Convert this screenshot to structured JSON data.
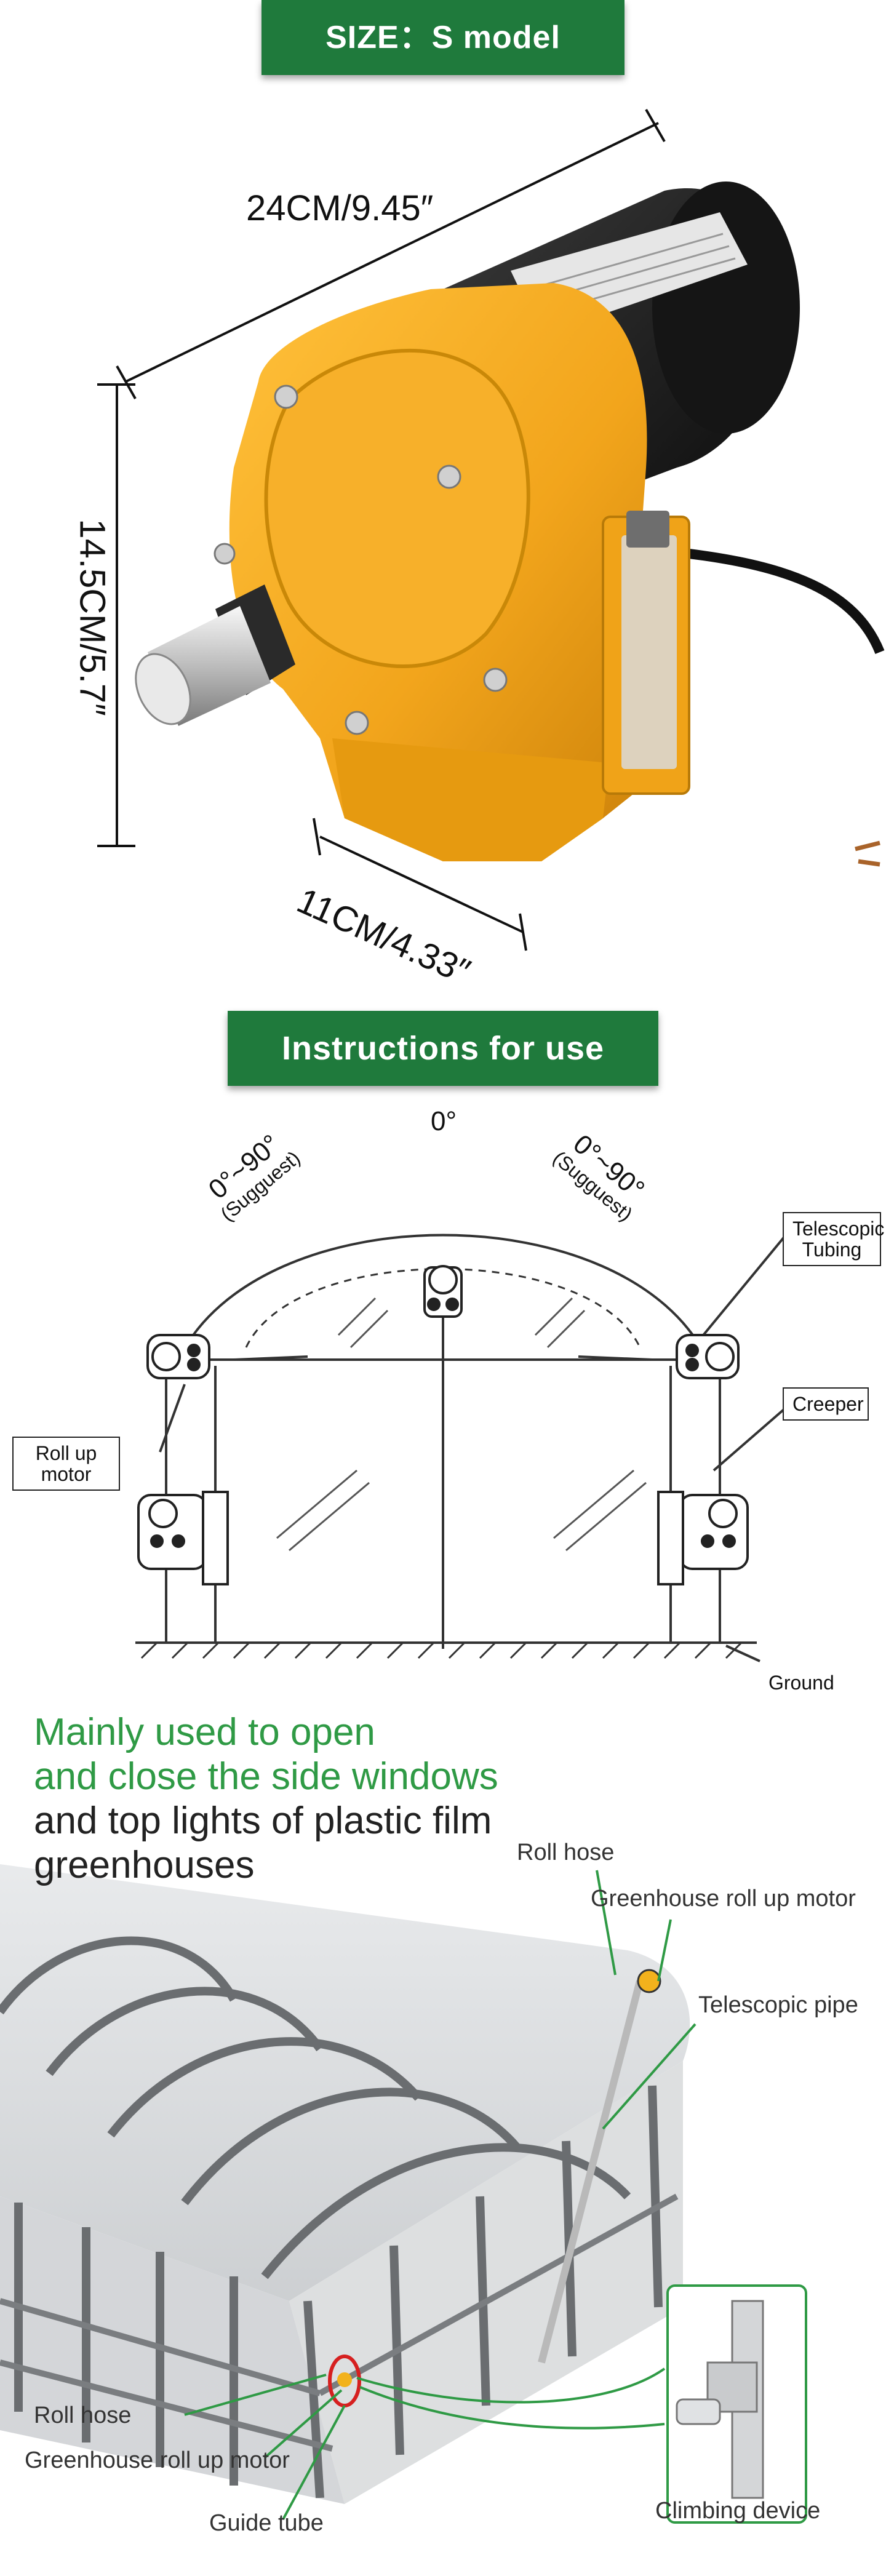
{
  "size_section": {
    "banner": "SIZE：S model",
    "dim_length": "24CM/9.45″",
    "dim_height": "14.5CM/5.7″",
    "dim_depth": "11CM/4.33″",
    "colors": {
      "banner_green": "#1f7a3c",
      "motor_body": "#f2a51c",
      "motor_cap": "#1a1a1a"
    }
  },
  "instructions_section": {
    "banner": "Instructions for use",
    "angle_top": "0°",
    "angle_left": "0°~90°",
    "angle_left_note": "(Sugguest)",
    "angle_right": "0°~90°",
    "angle_right_note": "(Sugguest)",
    "label_telescopic": "Telescopic Tubing",
    "label_rollup": "Roll up motor",
    "label_creeper": "Creeper",
    "label_ground": "Ground"
  },
  "greenhouse_section": {
    "headline_green_1": "Mainly used to open",
    "headline_green_2": "and close the side windows",
    "headline_dark_1": "and top lights of plastic film",
    "headline_dark_2": "greenhouses",
    "labels": {
      "roll_hose_top": "Roll hose",
      "motor_top": "Greenhouse roll up motor",
      "telescopic_pipe": "Telescopic pipe",
      "roll_hose_bottom": "Roll hose",
      "motor_bottom": "Greenhouse roll up motor",
      "guide_tube": "Guide tube",
      "climbing_device": "Climbing device"
    }
  }
}
